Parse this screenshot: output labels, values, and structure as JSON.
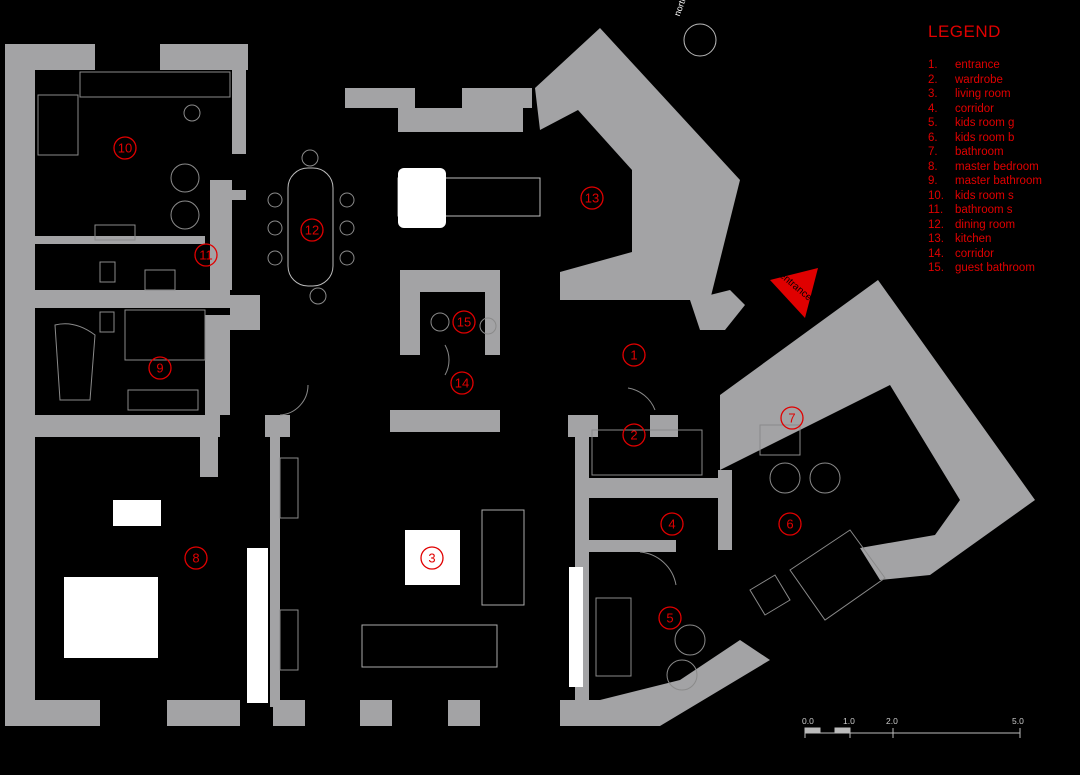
{
  "legend": {
    "title": "LEGEND",
    "color": "#e00000",
    "items": [
      {
        "num": "1.",
        "label": "entrance"
      },
      {
        "num": "2.",
        "label": "wardrobe"
      },
      {
        "num": "3.",
        "label": "living room"
      },
      {
        "num": "4.",
        "label": "corridor"
      },
      {
        "num": "5.",
        "label": "kids room g"
      },
      {
        "num": "6.",
        "label": "kids room b"
      },
      {
        "num": "7.",
        "label": "bathroom"
      },
      {
        "num": "8.",
        "label": "master bedroom"
      },
      {
        "num": "9.",
        "label": "master bathroom"
      },
      {
        "num": "10.",
        "label": "kids room s"
      },
      {
        "num": "11.",
        "label": "bathroom s"
      },
      {
        "num": "12.",
        "label": "dining room"
      },
      {
        "num": "13.",
        "label": "kitchen"
      },
      {
        "num": "14.",
        "label": "corridor"
      },
      {
        "num": "15.",
        "label": "guest bathroom"
      }
    ]
  },
  "rooms": [
    "1",
    "2",
    "3",
    "4",
    "5",
    "6",
    "7",
    "8",
    "9",
    "10",
    "11",
    "12",
    "13",
    "14",
    "15"
  ],
  "north_label": "north",
  "entrance_label": "entrance",
  "scale": [
    "0.0",
    "1.0",
    "2.0",
    "5.0"
  ],
  "colors": {
    "wall": "#a3a3a5",
    "marker": "#e00000",
    "background": "#000000",
    "furniture": "#ffffff"
  }
}
